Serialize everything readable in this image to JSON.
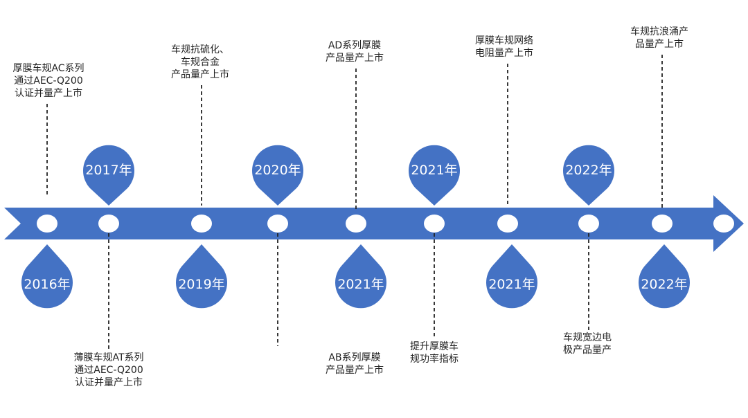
{
  "colors": {
    "arrow": "#4472C4",
    "marker": "#4472C4",
    "node": "#ffffff",
    "text": "#222222",
    "connector": "#222222"
  },
  "milestones": [
    {
      "year": "2016年",
      "side": "top",
      "caption": [
        "厚膜车规AC系列",
        "通过AEC-Q200",
        "认证并量产上市"
      ]
    },
    {
      "year": "2017年",
      "side": "bottom",
      "caption": [
        "薄膜车规AT系列",
        "通过AEC-Q200",
        "认证并量产上市"
      ]
    },
    {
      "year": "2019年",
      "side": "top",
      "caption": [
        "车规抗硫化、",
        "车规合金",
        "产品量产上市"
      ]
    },
    {
      "year": "2020年",
      "side": "bottom",
      "caption": [
        "AB系列厚膜",
        "产品量产上市"
      ]
    },
    {
      "year": "2021年",
      "side": "top",
      "caption": [
        "AD系列厚膜",
        "产品量产上市"
      ]
    },
    {
      "year": "2021年",
      "side": "bottom",
      "caption": [
        "提升厚膜车",
        "规功率指标"
      ]
    },
    {
      "year": "2021年",
      "side": "top",
      "caption": [
        "厚膜车规网络",
        "电阻量产上市"
      ]
    },
    {
      "year": "2022年",
      "side": "bottom",
      "caption": [
        "车规宽边电",
        "极产品量产"
      ]
    },
    {
      "year": "2022年",
      "side": "top",
      "caption": [
        "车规抗浪涌产",
        "品量产上市"
      ]
    }
  ]
}
